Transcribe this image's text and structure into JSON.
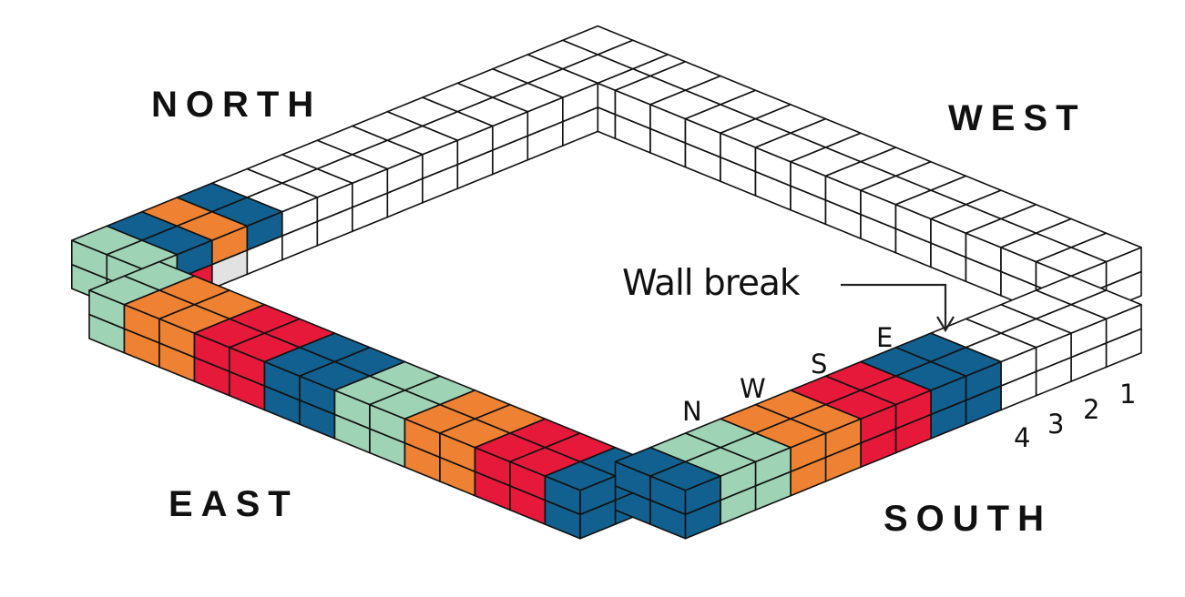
{
  "diagram": {
    "title_labels": {
      "north": "NORTH",
      "west": "WEST",
      "east": "EAST",
      "south": "SOUTH"
    },
    "annotation": {
      "text": "Wall break"
    },
    "sequence_labels": [
      "N",
      "W",
      "S",
      "E"
    ],
    "course_numbers": [
      "4",
      "3",
      "2",
      "1"
    ],
    "palette": {
      "N": "#9fd3b5",
      "W": "#ef8232",
      "S": "#e6193b",
      "E": "#12608f",
      "blank": "#ffffff",
      "grey": "#e2e2e2",
      "outline": "#111111"
    },
    "walls": {
      "east": {
        "name": "EAST",
        "blocks_top": [
          "N",
          "W",
          "W",
          "S",
          "S",
          "E",
          "E",
          "N",
          "N",
          "W",
          "W",
          "S",
          "S",
          "E"
        ],
        "blocks_bottom": [
          "N",
          "W",
          "W",
          "S",
          "S",
          "E",
          "E",
          "N",
          "N",
          "W",
          "W",
          "S",
          "S",
          "E"
        ]
      },
      "south": {
        "name": "SOUTH",
        "blocks_top": [
          "E",
          "N",
          "N",
          "W",
          "W",
          "S",
          "S",
          "E",
          "E",
          "blank",
          "blank",
          "blank",
          "blank"
        ],
        "blocks_bottom": [
          "E",
          "N",
          "N",
          "W",
          "W",
          "S",
          "S",
          "E",
          "E",
          "blank",
          "blank",
          "blank",
          "blank"
        ]
      },
      "north": {
        "name": "NORTH",
        "blocks_top": [
          "N",
          "E",
          "W",
          "E",
          "blank",
          "blank",
          "blank",
          "blank",
          "blank",
          "blank",
          "blank",
          "blank",
          "blank",
          "blank",
          "blank"
        ],
        "blocks_bottom": [
          "N",
          "S",
          "grey",
          "blank",
          "blank",
          "blank",
          "blank",
          "blank",
          "blank",
          "blank",
          "blank",
          "blank",
          "blank",
          "blank",
          "blank"
        ]
      },
      "west": {
        "name": "WEST",
        "blocks_top": [
          "blank",
          "blank",
          "blank",
          "blank",
          "blank",
          "blank",
          "blank",
          "blank",
          "blank",
          "blank",
          "blank",
          "blank",
          "blank",
          "blank"
        ],
        "blocks_bottom": [
          "blank",
          "blank",
          "blank",
          "blank",
          "blank",
          "blank",
          "blank",
          "blank",
          "blank",
          "blank",
          "blank",
          "blank",
          "blank",
          "blank"
        ]
      }
    }
  }
}
